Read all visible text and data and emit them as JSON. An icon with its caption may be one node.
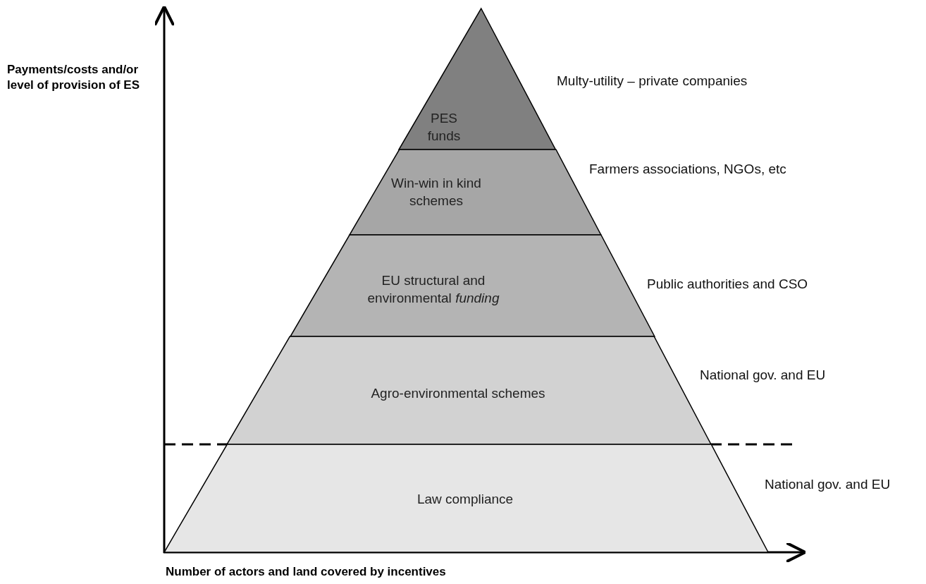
{
  "diagram": {
    "nodes": [
      {
        "text": [
          "PES funds"
        ],
        "beside": [
          "Multy-utility – private companies"
        ]
      },
      {
        "text": [
          "Win-win in kind schemes"
        ],
        "beside": [
          "Farmers associations, NGOs, etc"
        ]
      },
      {
        "text": [
          "EU structural and environmental *funding*"
        ],
        "beside": [
          "Public authorities and CSO"
        ]
      },
      {
        "text": [
          "Agro-environmental schemes"
        ],
        "beside": [
          "National gov. and EU"
        ]
      },
      {
        "text": [
          "Law compliance"
        ],
        "beside": [
          "National gov. and EU"
        ]
      }
    ],
    "labels": [
      "Payments/costs and/or level of provision of ES",
      "Number of actors and land covered by incentives"
    ]
  }
}
